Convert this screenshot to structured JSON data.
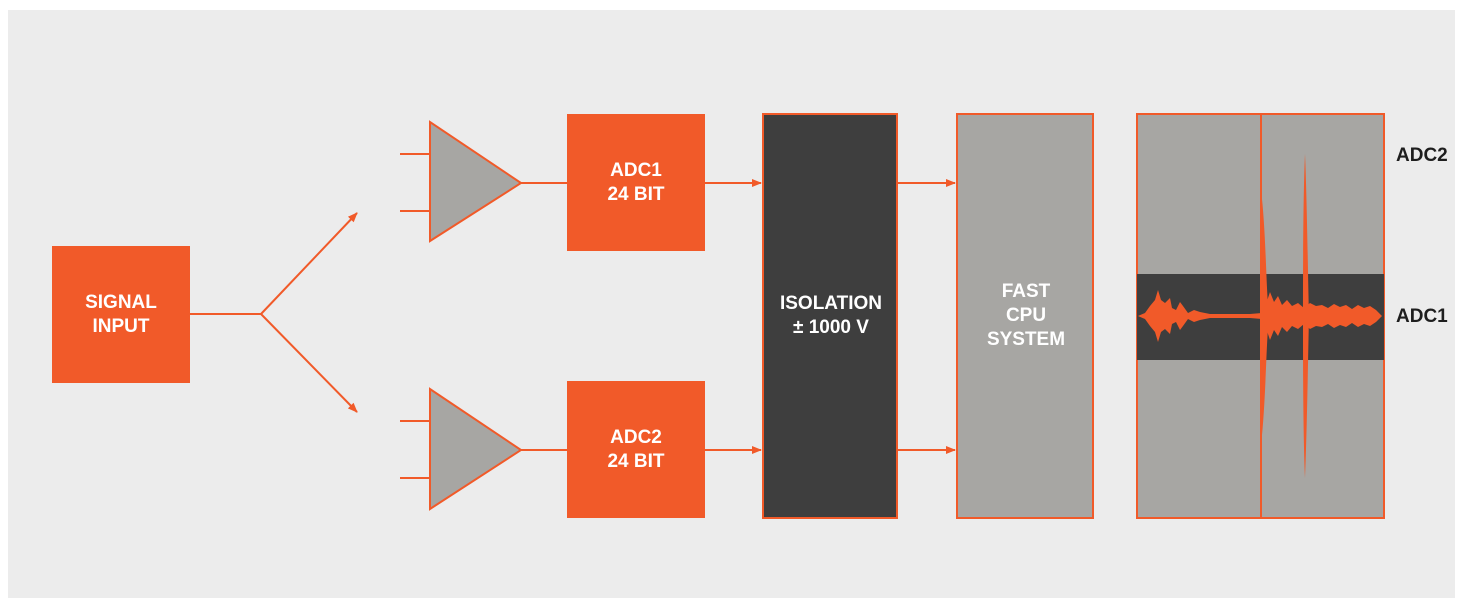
{
  "colors": {
    "accent": "#f15a29",
    "gray_block": "#a7a6a3",
    "dark_block": "#3e3e3e",
    "background": "#ececec"
  },
  "blocks": {
    "signal_input": "SIGNAL\nINPUT",
    "adc1": "ADC1\n24 BIT",
    "adc2": "ADC2\n24 BIT",
    "isolation": "ISOLATION\n± 1000 V",
    "cpu": "FAST\nCPU\nSYSTEM"
  },
  "output_labels": {
    "adc2": "ADC2",
    "adc1": "ADC1"
  },
  "icons": {
    "amplifier_top": "amplifier-triangle-icon",
    "amplifier_bottom": "amplifier-triangle-icon",
    "waveform": "waveform-display-icon"
  }
}
